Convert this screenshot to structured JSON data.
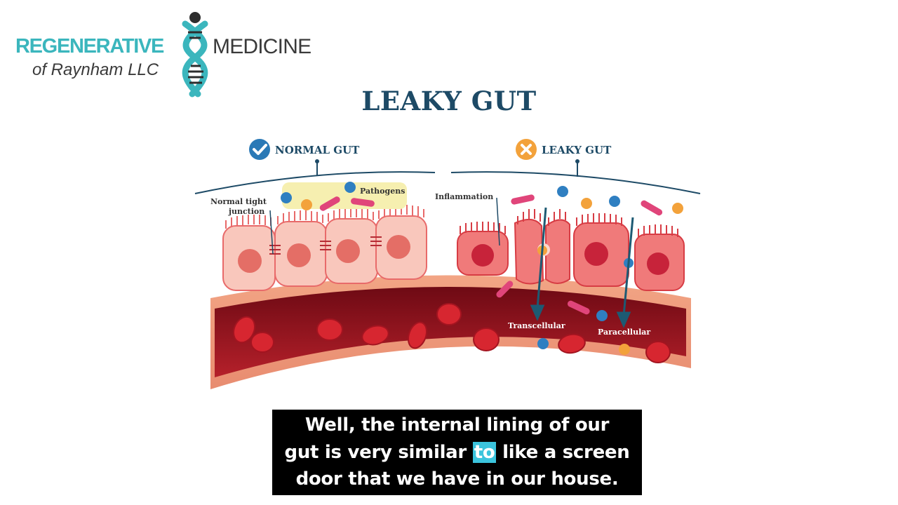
{
  "logo": {
    "left": "REGENERATIVE",
    "right": "MEDICINE",
    "sub": "of Raynham LLC"
  },
  "diagram": {
    "title": "LEAKY GUT",
    "normal_label": "NORMAL GUT",
    "leaky_label": "LEAKY GUT",
    "tight_junction_1": "Normal tight",
    "tight_junction_2": "junction",
    "pathogens": "Pathogens",
    "inflammation": "Inflammation",
    "transcellular": "Transcellular",
    "paracellular": "Paracellular"
  },
  "caption": {
    "line1": "Well, the internal lining of our",
    "line2a": "gut is very similar ",
    "line2b": "to",
    "line2c": " like a screen",
    "line3": "door that we have in our house."
  },
  "colors": {
    "brand_teal": "#3bb6bd",
    "title_navy": "#1d4a66",
    "normal_check": "#2a79b6",
    "leaky_x": "#f3a23b",
    "blood_vessel": "#8e0f1a",
    "caption_highlight": "#3bc4dd"
  },
  "icons": [
    "dna-icon",
    "check-circle-icon",
    "x-circle-icon"
  ]
}
